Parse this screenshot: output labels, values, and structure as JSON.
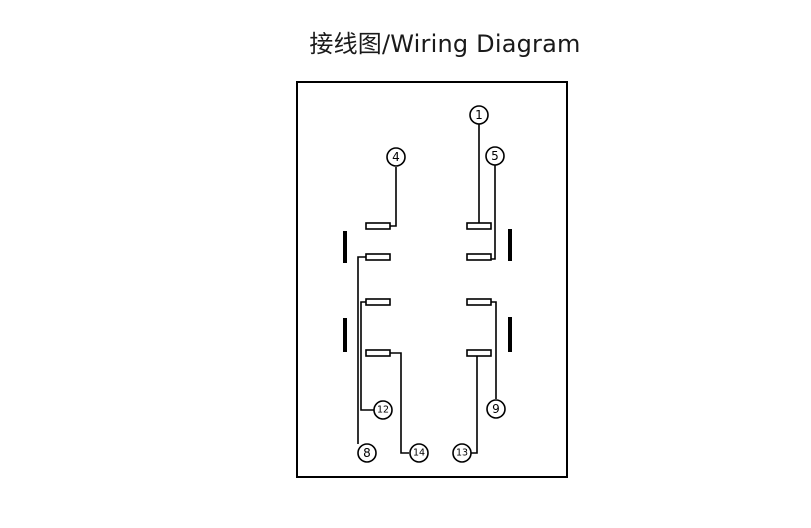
{
  "title": "接线图/Wiring Diagram",
  "pins": {
    "p1": "1",
    "p4": "4",
    "p5": "5",
    "p8": "8",
    "p9": "9",
    "p12": "12",
    "p13": "13",
    "p14": "14"
  }
}
